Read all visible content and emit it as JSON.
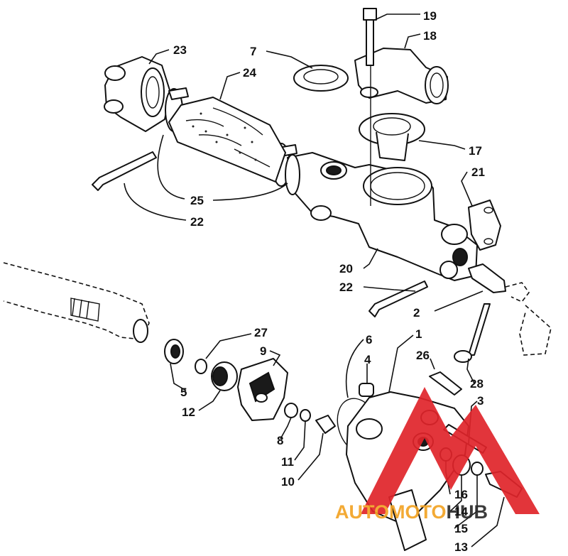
{
  "callouts": [
    {
      "id": "19",
      "label": "19"
    },
    {
      "id": "18",
      "label": "18"
    },
    {
      "id": "23",
      "label": "23"
    },
    {
      "id": "7",
      "label": "7"
    },
    {
      "id": "24",
      "label": "24"
    },
    {
      "id": "17",
      "label": "17"
    },
    {
      "id": "21",
      "label": "21"
    },
    {
      "id": "25",
      "label": "25"
    },
    {
      "id": "22a",
      "label": "22"
    },
    {
      "id": "20",
      "label": "20"
    },
    {
      "id": "22b",
      "label": "22"
    },
    {
      "id": "2",
      "label": "2"
    },
    {
      "id": "27",
      "label": "27"
    },
    {
      "id": "6",
      "label": "6"
    },
    {
      "id": "1",
      "label": "1"
    },
    {
      "id": "9",
      "label": "9"
    },
    {
      "id": "4",
      "label": "4"
    },
    {
      "id": "26",
      "label": "26"
    },
    {
      "id": "28",
      "label": "28"
    },
    {
      "id": "5",
      "label": "5"
    },
    {
      "id": "3",
      "label": "3"
    },
    {
      "id": "12",
      "label": "12"
    },
    {
      "id": "8",
      "label": "8"
    },
    {
      "id": "11",
      "label": "11"
    },
    {
      "id": "10",
      "label": "10"
    },
    {
      "id": "16",
      "label": "16"
    },
    {
      "id": "14",
      "label": "14"
    },
    {
      "id": "15",
      "label": "15"
    },
    {
      "id": "13",
      "label": "13"
    }
  ],
  "watermark": {
    "text_accent": "AUTOMOTO",
    "text_dark": "HUB",
    "accent_color": "#f2a324",
    "mark_color": "#e0242a",
    "dark_color": "#2b2b2b"
  }
}
